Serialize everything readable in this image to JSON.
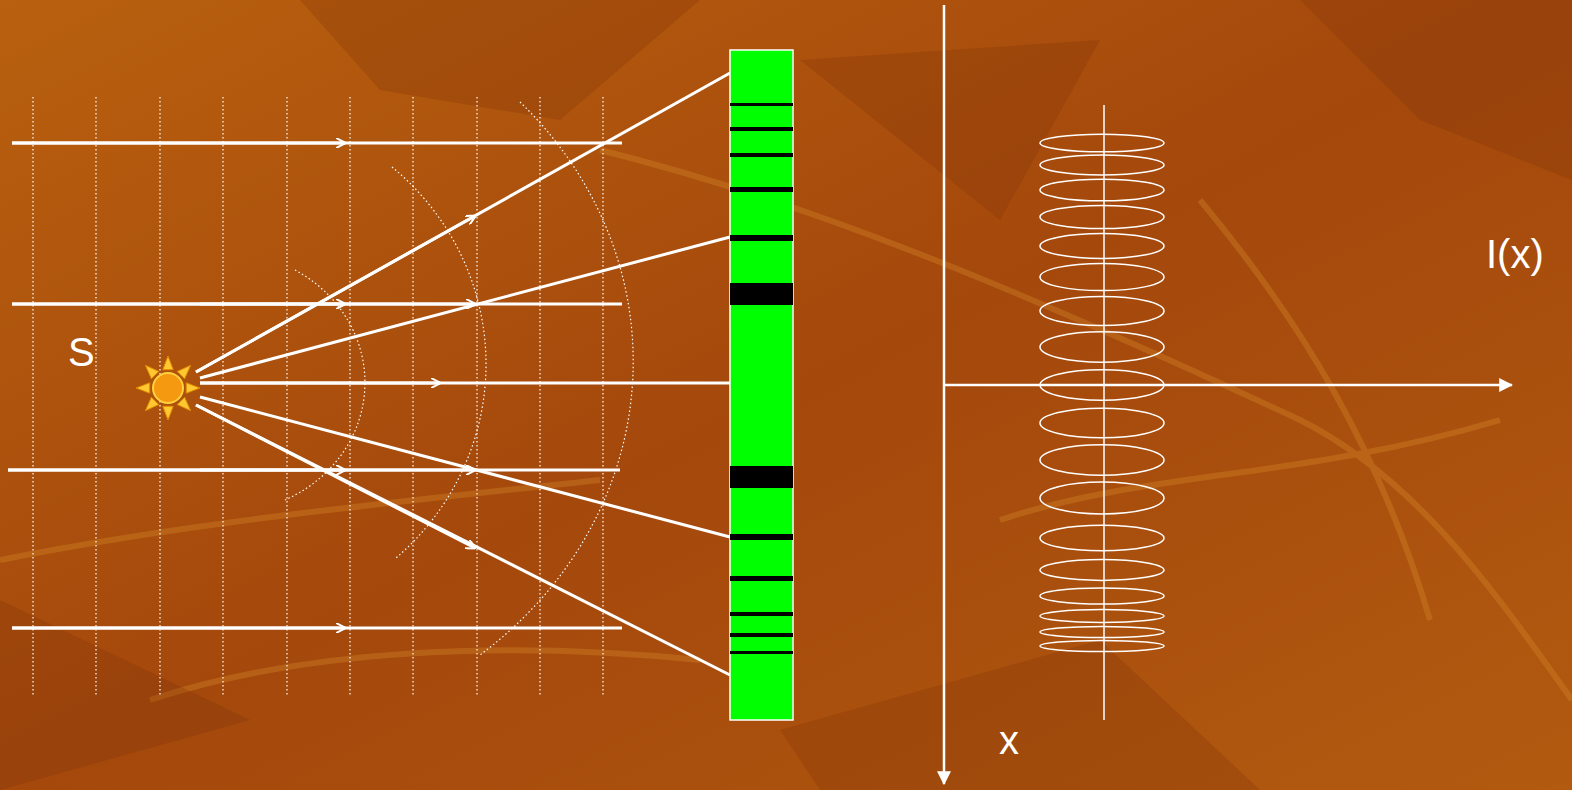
{
  "diagram": {
    "labels": [
      "S",
      "I(x)",
      "x"
    ]
  }
}
